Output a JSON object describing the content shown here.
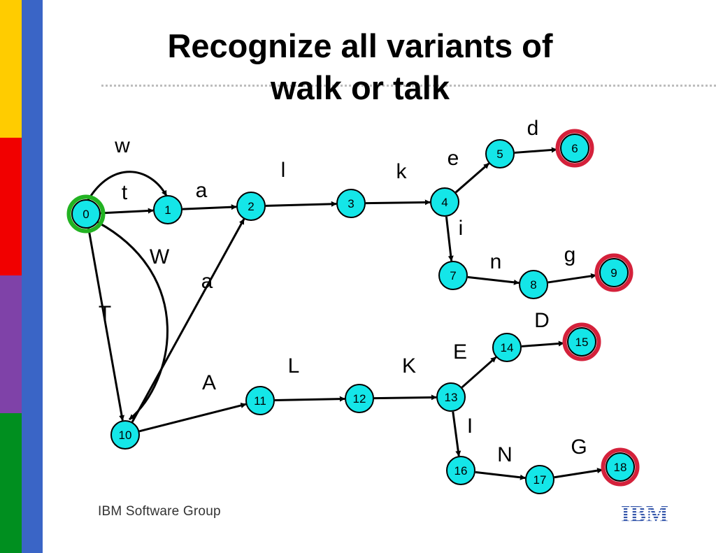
{
  "slide": {
    "title_line1": "Recognize all variants of",
    "title_line2": "walk or talk",
    "footer": "IBM Software Group",
    "logo_text": "IBM"
  },
  "colors": {
    "node_fill": "#14E6E8",
    "start_ring": "#22B322",
    "accept_ring": "#D4213B",
    "edge": "#000000",
    "sidebar_blue": "#3A65C6",
    "stripe_yellow": "#FFCC00",
    "stripe_red": "#F10000",
    "stripe_purple": "#7F42A8",
    "stripe_green": "#008F1F",
    "logo_blue": "#3355AA"
  },
  "automaton": {
    "start_state": "0",
    "accept_states": [
      "6",
      "9",
      "15",
      "18"
    ],
    "states": [
      "0",
      "1",
      "2",
      "3",
      "4",
      "5",
      "6",
      "7",
      "8",
      "9",
      "10",
      "11",
      "12",
      "13",
      "14",
      "15",
      "16",
      "17",
      "18"
    ],
    "transitions": [
      {
        "from": "0",
        "to": "1",
        "label": "w"
      },
      {
        "from": "0",
        "to": "1",
        "label": "t"
      },
      {
        "from": "1",
        "to": "2",
        "label": "a"
      },
      {
        "from": "0",
        "to": "10",
        "label": "W"
      },
      {
        "from": "0",
        "to": "10",
        "label": "T"
      },
      {
        "from": "10",
        "to": "2",
        "label": "a"
      },
      {
        "from": "2",
        "to": "3",
        "label": "l"
      },
      {
        "from": "3",
        "to": "4",
        "label": "k"
      },
      {
        "from": "4",
        "to": "5",
        "label": "e"
      },
      {
        "from": "5",
        "to": "6",
        "label": "d"
      },
      {
        "from": "4",
        "to": "7",
        "label": "i"
      },
      {
        "from": "7",
        "to": "8",
        "label": "n"
      },
      {
        "from": "8",
        "to": "9",
        "label": "g"
      },
      {
        "from": "10",
        "to": "11",
        "label": "A"
      },
      {
        "from": "11",
        "to": "12",
        "label": "L"
      },
      {
        "from": "12",
        "to": "13",
        "label": "K"
      },
      {
        "from": "13",
        "to": "14",
        "label": "E"
      },
      {
        "from": "14",
        "to": "15",
        "label": "D"
      },
      {
        "from": "13",
        "to": "16",
        "label": "I"
      },
      {
        "from": "16",
        "to": "17",
        "label": "N"
      },
      {
        "from": "17",
        "to": "18",
        "label": "G"
      }
    ]
  }
}
